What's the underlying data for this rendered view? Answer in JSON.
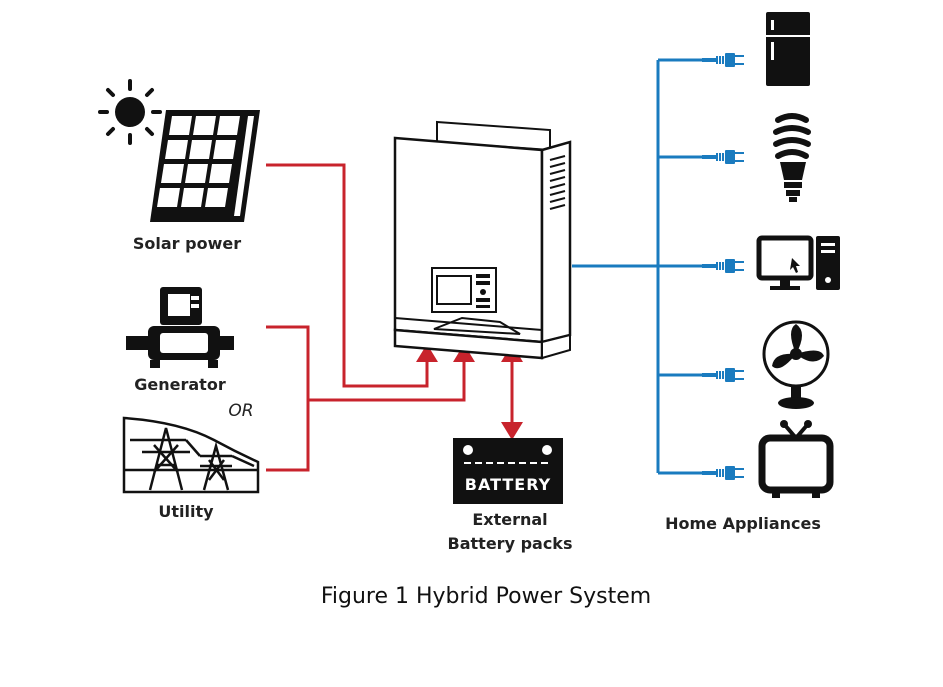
{
  "labels": {
    "solar": "Solar power",
    "generator": "Generator",
    "or": "OR",
    "utility": "Utility",
    "battery_icon": "BATTERY",
    "battery_line1": "External",
    "battery_line2": "Battery packs",
    "appliances": "Home Appliances"
  },
  "caption": "Figure 1 Hybrid Power System",
  "colors": {
    "input_line": "#c8232c",
    "output_line": "#1a7bbf",
    "icon": "#111111"
  },
  "icons": [
    "sun-icon",
    "solar-panel-icon",
    "generator-icon",
    "utility-pylon-icon",
    "inverter-icon",
    "battery-icon",
    "fridge-icon",
    "bulb-icon",
    "computer-icon",
    "fan-icon",
    "tv-icon",
    "plug-icon"
  ]
}
